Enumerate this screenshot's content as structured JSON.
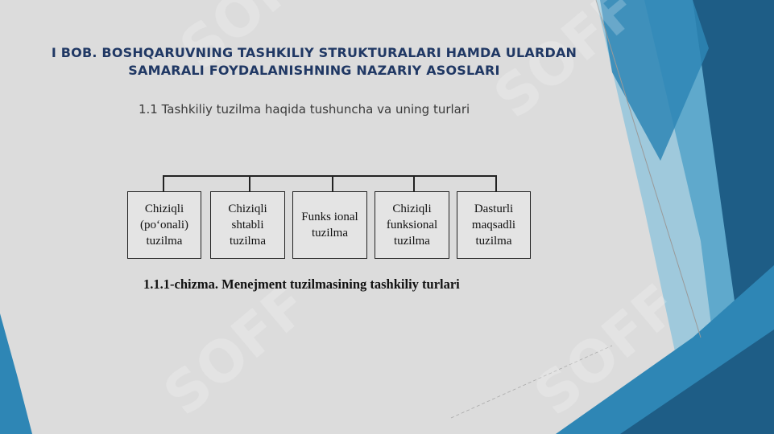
{
  "slide": {
    "title": "I BOB. BOSHQARUVNING TASHKILIY STRUKTURALARI HAMDA ULARDAN SAMARALI FOYDALANISHNING NAZARIY ASOSLARI",
    "subtitle": "1.1 Tashkiliy tuzilma haqida tushuncha va uning turlari",
    "caption": "1.1.1-chizma. Menejment tuzilmasining tashkiliy turlari",
    "diagram_boxes": [
      "Chiziqli\n(poʻonali)\ntuzilma",
      "Chiziqli\nshtabli\ntuzilma",
      "Funks ional\ntuzilma",
      "Chiziqli\nfunksional\ntuzilma",
      "Dasturli\nmaqsadli\ntuzilma"
    ],
    "watermark": "SOFF"
  },
  "colors": {
    "background": "#dcdcdc",
    "title": "#203864",
    "accent_dark": "#1e5d86",
    "accent_mid": "#2e86b5",
    "accent_light": "#7fc0de"
  }
}
